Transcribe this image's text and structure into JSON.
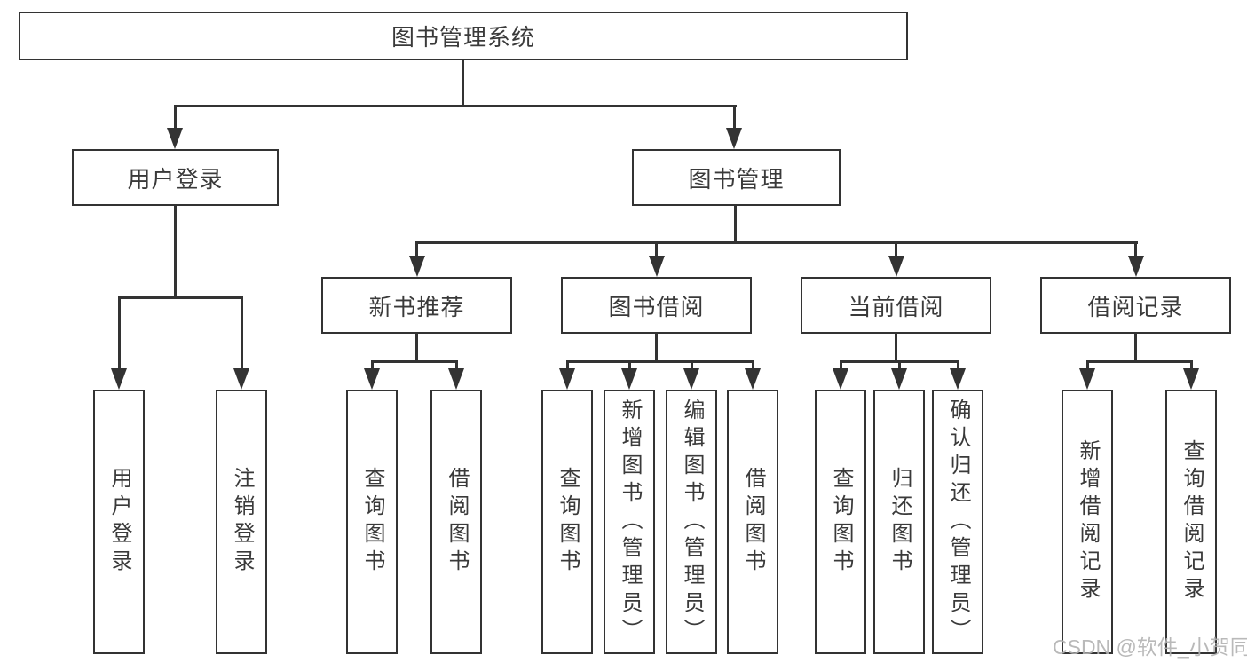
{
  "diagram": {
    "root": {
      "label": "图书管理系统"
    },
    "branches": [
      {
        "label": "用户登录",
        "children": [
          "用户登录",
          "注销登录"
        ]
      },
      {
        "label": "图书管理",
        "children": [
          {
            "label": "新书推荐",
            "children": [
              "查询图书",
              "借阅图书"
            ]
          },
          {
            "label": "图书借阅",
            "children": [
              "查询图书",
              "新增图书（管理员）",
              "编辑图书（管理员）",
              "借阅图书"
            ]
          },
          {
            "label": "当前借阅",
            "children": [
              "查询图书",
              "归还图书",
              "确认归还（管理员）"
            ]
          },
          {
            "label": "借阅记录",
            "children": [
              "新增借阅记录",
              "查询借阅记录"
            ]
          }
        ]
      }
    ]
  },
  "watermark": {
    "text": "CSDN @软件_小贺同学"
  },
  "colors": {
    "line": "#333333",
    "text": "#3a3a3a",
    "background": "#ffffff",
    "watermark": "#b2b2b2"
  }
}
